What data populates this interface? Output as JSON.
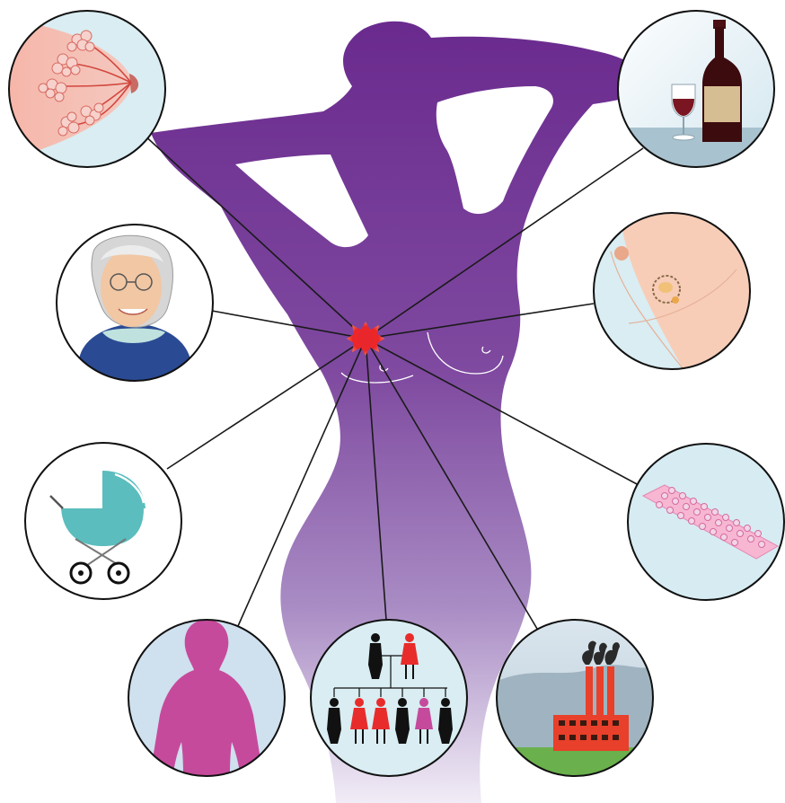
{
  "diagram": {
    "center_marker": "tumor-starburst",
    "silhouette_colors": {
      "top": "#6d2e8f",
      "mid": "#8d5aa8",
      "bottom": "#e7def0"
    },
    "line_color": "#1a1a1a",
    "center_color": "#e8262b",
    "panels": [
      {
        "id": "breast-tissue",
        "icon": "breast-tissue-icon"
      },
      {
        "id": "alcohol",
        "icon": "wine-bottle-icon"
      },
      {
        "id": "age",
        "icon": "elderly-woman-icon"
      },
      {
        "id": "breast-lump",
        "icon": "breast-lump-icon"
      },
      {
        "id": "childbirth",
        "icon": "baby-carriage-icon"
      },
      {
        "id": "contraceptive-pills",
        "icon": "pill-pack-icon"
      },
      {
        "id": "obesity",
        "icon": "overweight-silhouette-icon"
      },
      {
        "id": "family-history",
        "icon": "family-tree-icon"
      },
      {
        "id": "pollution",
        "icon": "factory-icon"
      }
    ]
  }
}
